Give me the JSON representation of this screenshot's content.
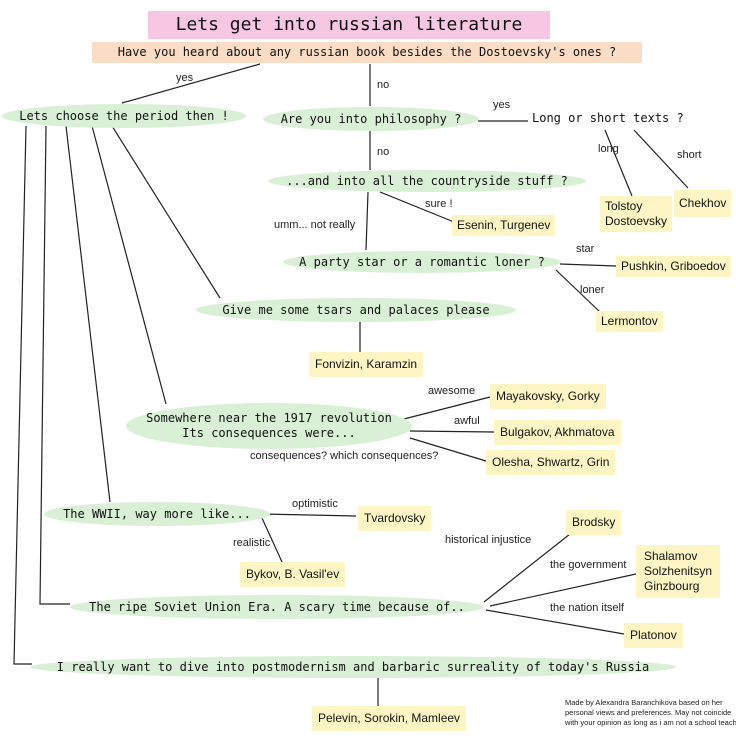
{
  "title": "Lets get into russian literature",
  "question": "Have you heard about any russian book besides the Dostoevsky's ones ?",
  "edges": {
    "yes": "yes",
    "no": "no",
    "no2": "no",
    "yes2": "yes",
    "long": "long",
    "short": "short",
    "sure": "sure !",
    "umm": "umm... not really",
    "star": "star",
    "loner": "loner",
    "awesome": "awesome",
    "awful": "awful",
    "consequences": "consequences? which consequences?",
    "optimistic": "optimistic",
    "realistic": "realistic",
    "historical": "historical injustice",
    "government": "the government",
    "nation": "the nation itself"
  },
  "nodes": {
    "period": "Lets choose the period then !",
    "philosophy": "Are you into philosophy ?",
    "length": "Long or short texts ?",
    "countryside": "...and into all the countryside stuff ?",
    "party": "A party star or a romantic loner ?",
    "tsars": "Give me some tsars and palaces please",
    "revolution_line1": "Somewhere near the 1917 revolution",
    "revolution_line2": "Its consequences were...",
    "wwii": "The WWII, way more like...",
    "soviet": "The ripe Soviet Union Era. A scary time because of..",
    "postmodern": "I really want to dive into postmodernism and barbaric surreality of today's Russia"
  },
  "answers": {
    "tolstoy": "Tolstoy",
    "dostoevsky": "Dostoevsky",
    "chekhov": "Chekhov",
    "esenin": "Esenin, Turgenev",
    "pushkin": "Pushkin, Griboedov",
    "lermontov": "Lermontov",
    "fonvizin": "Fonvizin, Karamzin",
    "mayakovsky": "Mayakovsky, Gorky",
    "bulgakov": "Bulgakov, Akhmatova",
    "olesha": "Olesha, Shwartz, Grin",
    "tvardovsky": "Tvardovsky",
    "bykov": "Bykov, B. Vasil'ev",
    "brodsky": "Brodsky",
    "shalamov": "Shalamov",
    "solzhenitsyn": "Solzhenitsyn",
    "ginzbourg": "Ginzbourg",
    "platonov": "Platonov",
    "pelevin": "Pelevin, Sorokin, Mamleev"
  },
  "credit": {
    "line1": "Made by Alexandra Baranchikova based on her",
    "line2": "personal views and preferences. May not coincide",
    "line3": "with your opinion as long as i am not a school teacher."
  },
  "colors": {
    "title_bg": "#f6c6e3",
    "question_bg": "#fbdcc4",
    "oval_bg": "#d9f0d6",
    "answer_bg": "#fdf6c4"
  }
}
